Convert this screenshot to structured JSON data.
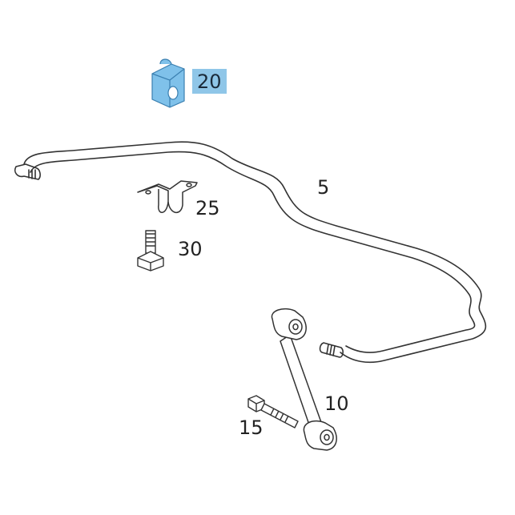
{
  "diagram": {
    "parts": [
      {
        "id": "sway-bar",
        "number": "5"
      },
      {
        "id": "link-rod",
        "number": "10"
      },
      {
        "id": "bolt-link",
        "number": "15"
      },
      {
        "id": "rubber-bushing",
        "number": "20",
        "highlighted": true
      },
      {
        "id": "clamp-bracket",
        "number": "25"
      },
      {
        "id": "bolt-clamp",
        "number": "30"
      }
    ],
    "colors": {
      "line": "#333333",
      "highlight_fill": "#8fc6e8",
      "part_highlight": "#6fb8e6"
    }
  }
}
